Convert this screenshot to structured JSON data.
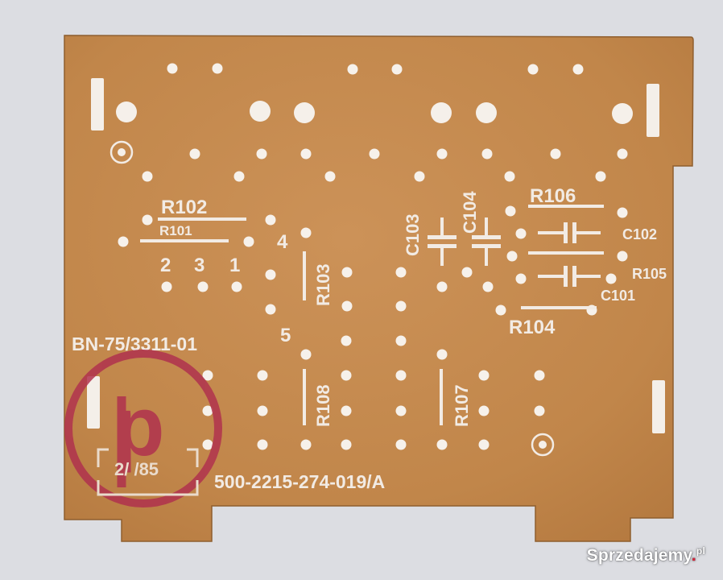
{
  "board": {
    "part_number": "BN-75/3311-01",
    "serial": "500-2215-274-019/A",
    "stamp_letter": "p",
    "stamp_date": "2/ /85",
    "labels": {
      "r102": "R102",
      "r101": "R101",
      "r103": "R103",
      "r104": "R104",
      "r106": "R106",
      "r107": "R107",
      "r108": "R108",
      "c101": "C101",
      "c102": "C102",
      "c103": "C103",
      "c104": "C104",
      "r105": "R105",
      "pin2": "2",
      "pin3": "3",
      "pin1": "1",
      "pin4": "4",
      "pin5": "5"
    },
    "colors": {
      "substrate": "#c48a4f",
      "silkscreen": "#f2ebe4",
      "stamp": "#b0324e",
      "background": "#dcdde2"
    }
  },
  "watermark": {
    "text": "Sprzedajemy",
    "dot": ".",
    "tld": "pl"
  }
}
